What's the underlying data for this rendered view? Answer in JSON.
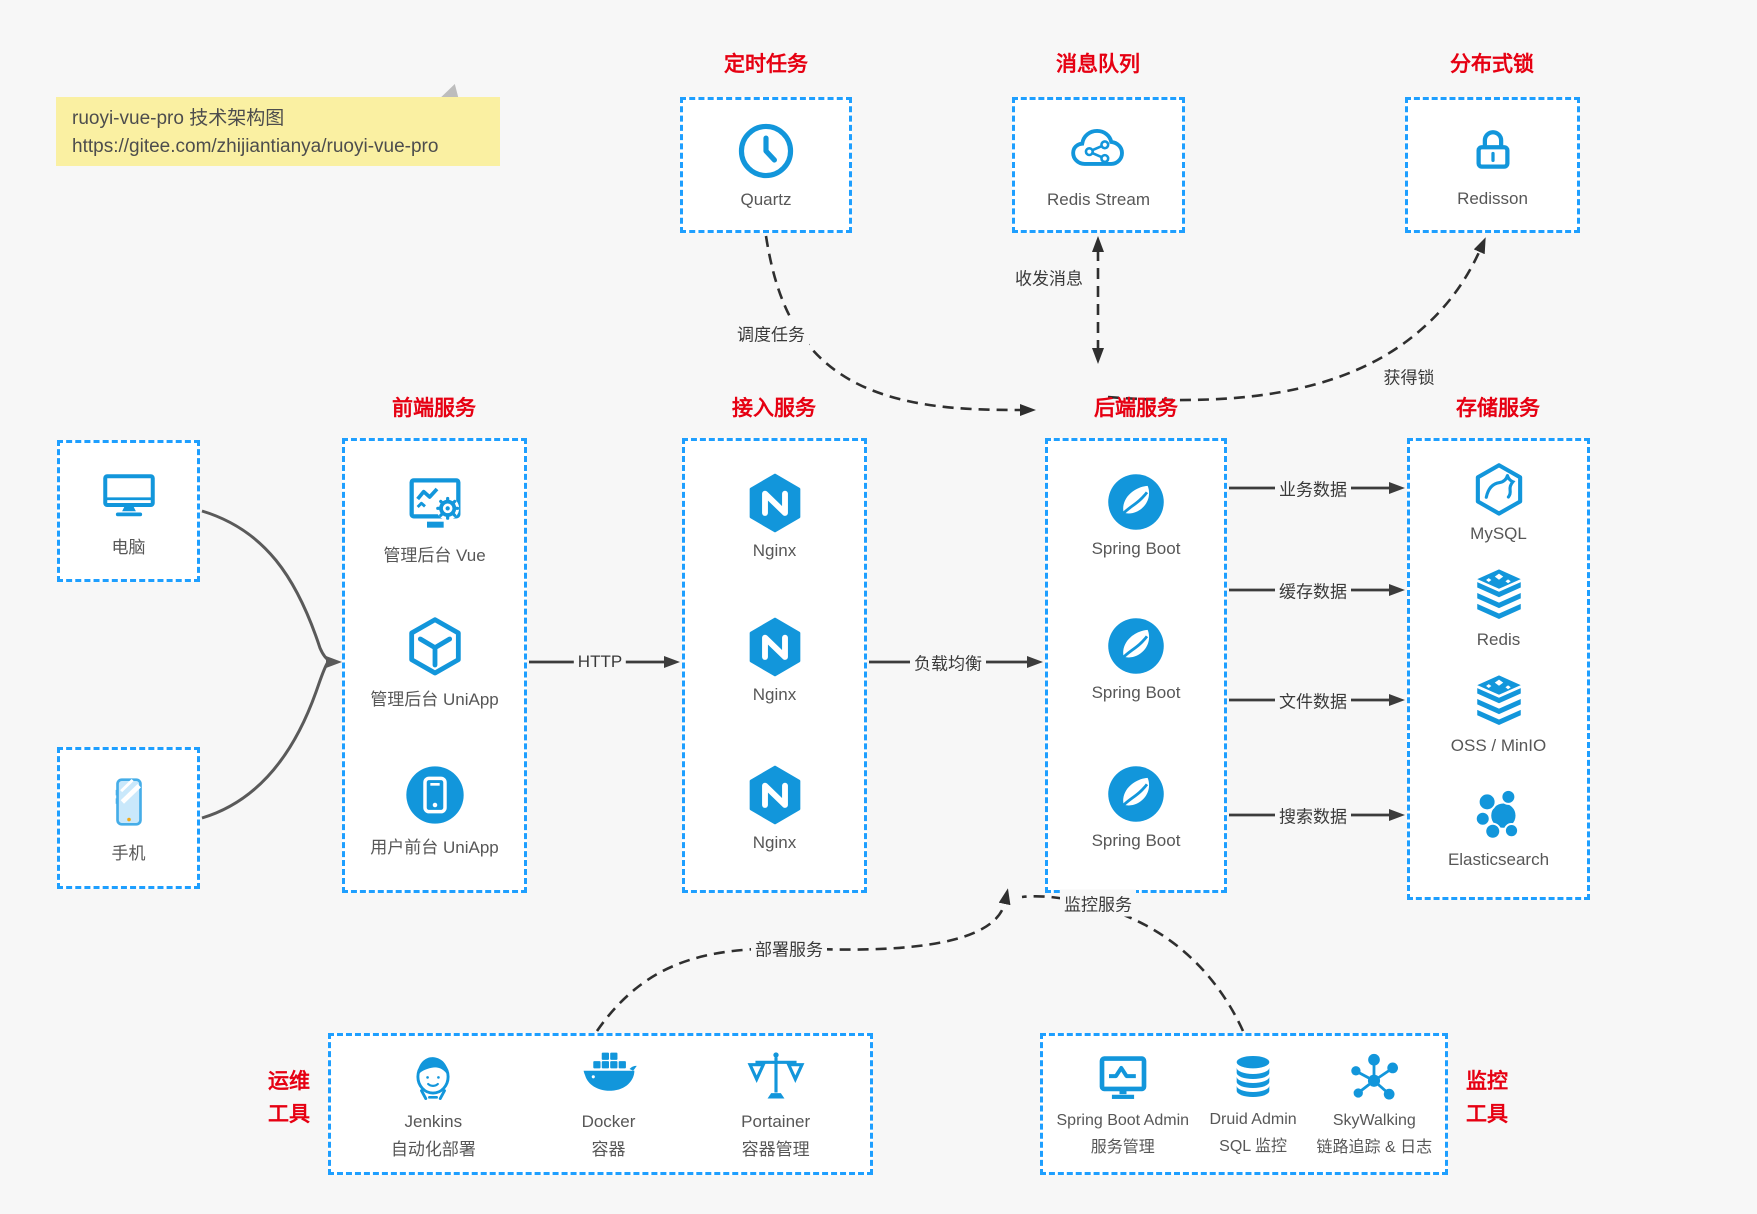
{
  "note": {
    "line1": "ruoyi-vue-pro 技术架构图",
    "line2": "https://gitee.com/zhijiantianya/ruoyi-vue-pro"
  },
  "top_groups": [
    {
      "title": "定时任务",
      "label": "Quartz",
      "icon": "clock-icon"
    },
    {
      "title": "消息队列",
      "label": "Redis Stream",
      "icon": "cloud-mq-icon"
    },
    {
      "title": "分布式锁",
      "label": "Redisson",
      "icon": "lock-icon"
    }
  ],
  "clients": [
    {
      "label": "电脑",
      "icon": "desktop-icon"
    },
    {
      "label": "手机",
      "icon": "phone-icon"
    }
  ],
  "columns": [
    {
      "title": "前端服务",
      "items": [
        {
          "label": "管理后台 Vue",
          "icon": "admin-vue-icon"
        },
        {
          "label": "管理后台 UniApp",
          "icon": "uniapp-cube-icon"
        },
        {
          "label": "用户前台 UniApp",
          "icon": "uniapp-circle-icon"
        }
      ]
    },
    {
      "title": "接入服务",
      "items": [
        {
          "label": "Nginx",
          "icon": "nginx-icon"
        },
        {
          "label": "Nginx",
          "icon": "nginx-icon"
        },
        {
          "label": "Nginx",
          "icon": "nginx-icon"
        }
      ]
    },
    {
      "title": "后端服务",
      "items": [
        {
          "label": "Spring Boot",
          "icon": "spring-boot-icon"
        },
        {
          "label": "Spring Boot",
          "icon": "spring-boot-icon"
        },
        {
          "label": "Spring Boot",
          "icon": "spring-boot-icon"
        }
      ]
    },
    {
      "title": "存储服务",
      "items": [
        {
          "label": "MySQL",
          "icon": "mysql-icon"
        },
        {
          "label": "Redis",
          "icon": "stack-icon"
        },
        {
          "label": "OSS / MinIO",
          "icon": "stack-icon"
        },
        {
          "label": "Elasticsearch",
          "icon": "elasticsearch-icon"
        }
      ]
    }
  ],
  "edges": {
    "http": "HTTP",
    "load_balance": "负载均衡",
    "business_data": "业务数据",
    "cache_data": "缓存数据",
    "file_data": "文件数据",
    "search_data": "搜索数据",
    "schedule": "调度任务",
    "messaging": "收发消息",
    "lock": "获得锁",
    "deploy": "部署服务",
    "monitor": "监控服务"
  },
  "bottom_groups": [
    {
      "title_line1": "运维",
      "title_line2": "工具",
      "items": [
        {
          "label": "Jenkins",
          "sublabel": "自动化部署",
          "icon": "jenkins-icon"
        },
        {
          "label": "Docker",
          "sublabel": "容器",
          "icon": "docker-icon"
        },
        {
          "label": "Portainer",
          "sublabel": "容器管理",
          "icon": "portainer-icon"
        }
      ]
    },
    {
      "title_line1": "监控",
      "title_line2": "工具",
      "items": [
        {
          "label": "Spring Boot Admin",
          "sublabel": "服务管理",
          "icon": "spring-boot-admin-icon"
        },
        {
          "label": "Druid Admin",
          "sublabel": "SQL 监控",
          "icon": "druid-icon"
        },
        {
          "label": "SkyWalking",
          "sublabel": "链路追踪 & 日志",
          "icon": "skywalking-icon"
        }
      ]
    }
  ],
  "colors": {
    "icon_blue": "#1296DB",
    "border_blue": "#1E9FFF",
    "title_red": "#E60012",
    "note_yellow": "#FAF0A2",
    "background": "#F7F7F7"
  }
}
